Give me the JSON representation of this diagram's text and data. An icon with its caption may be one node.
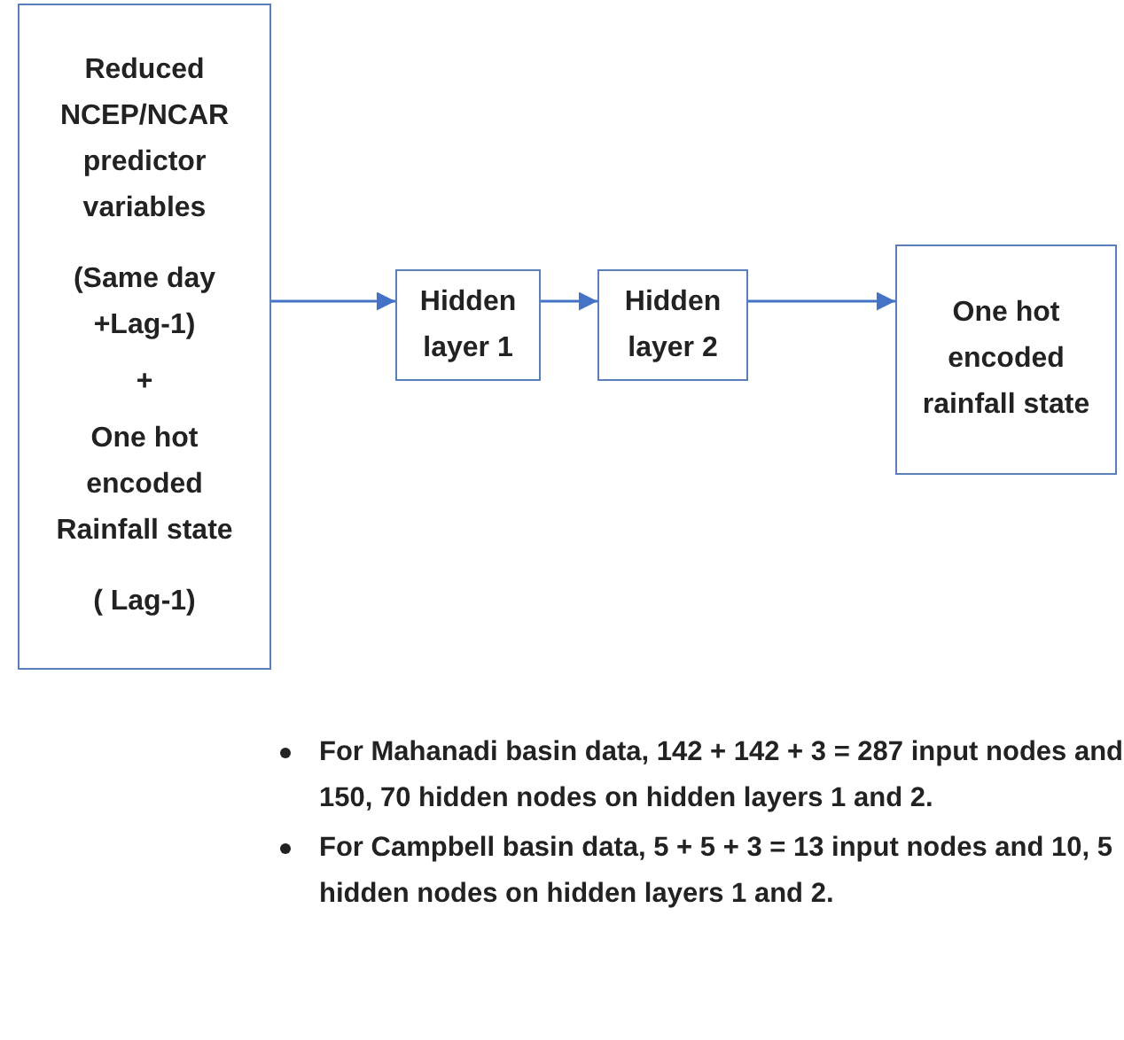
{
  "diagram": {
    "nodes": [
      {
        "text": [
          "Reduced NCEP/NCAR predictor variables",
          "(Same day +Lag-1)",
          "+",
          "One hot encoded Rainfall state",
          "( Lag-1)"
        ]
      },
      {
        "text": [
          "Hidden layer 1"
        ]
      },
      {
        "text": [
          "Hidden layer 2"
        ]
      },
      {
        "text": [
          "One hot encoded rainfall state"
        ]
      }
    ],
    "edges": [
      {
        "from": 0,
        "to": 1,
        "arrow": "to"
      },
      {
        "from": 1,
        "to": 2,
        "arrow": "to"
      },
      {
        "from": 2,
        "to": 3,
        "arrow": "to"
      }
    ],
    "labels": [
      "For Mahanadi basin data, 142 + 142 + 3 = 287 input nodes and 150, 70 hidden nodes on hidden layers 1 and 2.",
      "For Campbell basin data, 5 + 5 + 3 = 13 input nodes and 10, 5 hidden nodes on hidden layers 1 and 2."
    ]
  }
}
